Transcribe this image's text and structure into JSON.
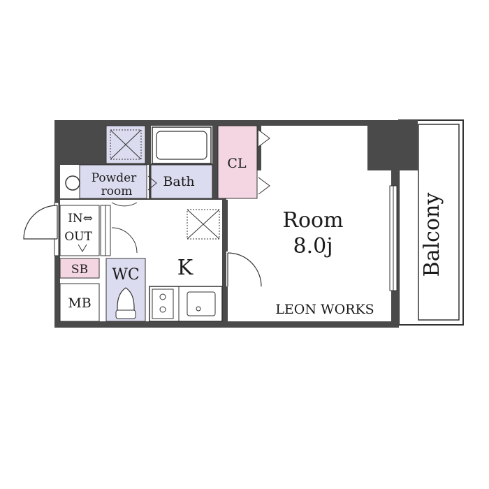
{
  "rooms": {
    "powder_room_line1": "Powder",
    "powder_room_line2": "room",
    "bath": "Bath",
    "closet": "CL",
    "room_name": "Room",
    "room_size": "8.0j",
    "entrance_line1": "IN⇔",
    "entrance_line2": "OUT",
    "shoe_box": "SB",
    "meter_box": "MB",
    "toilet": "WC",
    "kitchen": "K",
    "balcony": "Balcony"
  },
  "brand": "LEON WORKS",
  "colors": {
    "wall": "#4a4a4a",
    "wet_area": "#dcdcf0",
    "closet": "#f4d6e2",
    "shoe_box": "#f4d6e2",
    "line": "#333333"
  }
}
